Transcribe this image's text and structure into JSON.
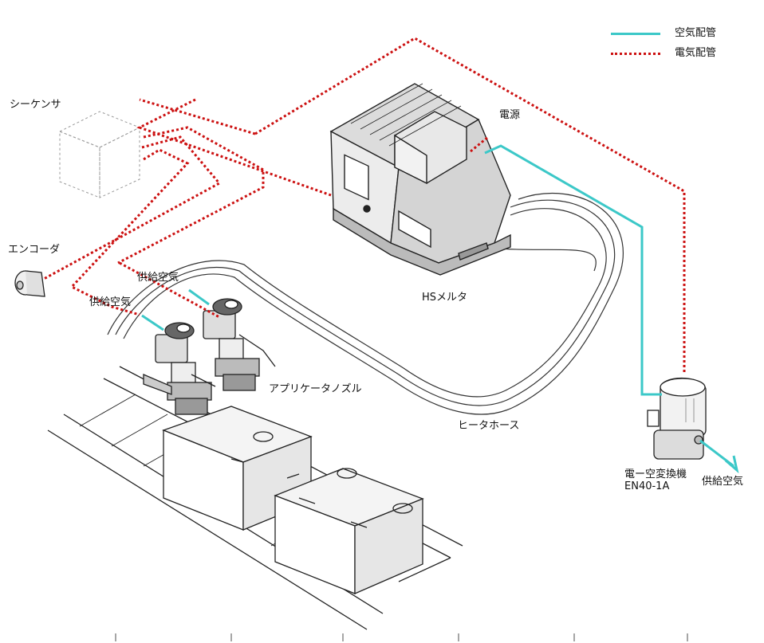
{
  "legend": {
    "air": {
      "label": "空気配管",
      "color": "#3cc8c8"
    },
    "electric": {
      "label": "電気配管",
      "color": "#cc1111"
    }
  },
  "labels": {
    "sequencer": "シーケンサ",
    "encoder": "エンコーダ",
    "power": "電源",
    "melter": "HSメルタ",
    "supply_air_1": "供給空気",
    "supply_air_2": "供給空気",
    "applicator": "アプリケータノズル",
    "heater_hose": "ヒータホース",
    "converter": "電ー空変換機\nEN40-1A",
    "supply_air_3": "供給空気"
  },
  "colors": {
    "line": "#222222",
    "machine_fill": "#e8e8e8",
    "machine_shade": "#cfcfcf"
  }
}
